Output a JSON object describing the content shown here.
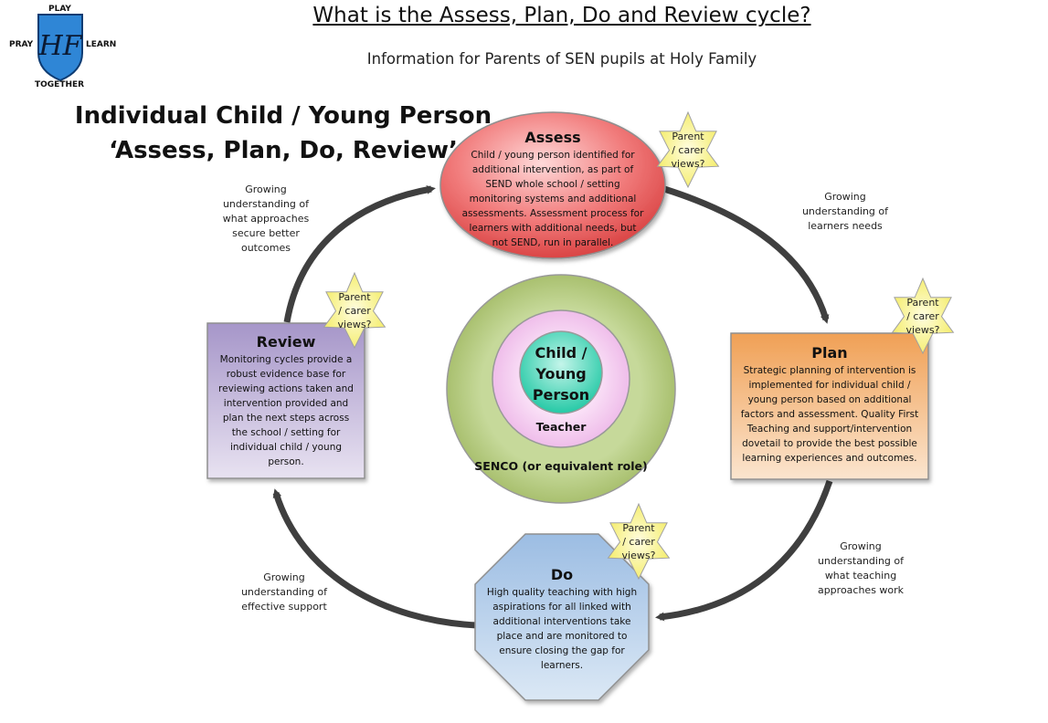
{
  "document": {
    "title": "What is the Assess, Plan, Do and Review cycle?",
    "subtitle": "Information for Parents of SEN pupils at Holy Family"
  },
  "logo": {
    "top": "PLAY",
    "left": "PRAY",
    "right": "LEARN",
    "bottom": "TOGETHER",
    "monogram": "HF"
  },
  "diagram": {
    "title_line1": "Individual Child / Young Person",
    "title_line2": "‘Assess, Plan, Do, Review’",
    "assess": {
      "title": "Assess",
      "lines": [
        "Child / young person identified for",
        "additional intervention, as part of",
        "SEND whole school / setting",
        "monitoring systems and additional",
        "assessments. Assessment process for",
        "learners with additional needs, but",
        "not SEND, run in parallel."
      ]
    },
    "plan": {
      "title": "Plan",
      "lines": [
        "Strategic planning of intervention is",
        "implemented for individual child /",
        "young person based on additional",
        "factors and assessment. Quality First",
        "Teaching and support/intervention",
        "dovetail to provide the best possible",
        "learning experiences and outcomes."
      ]
    },
    "do": {
      "title": "Do",
      "lines": [
        "High quality teaching with high",
        "aspirations for all linked with",
        "additional interventions take",
        "place and are monitored to",
        "ensure closing the gap for",
        "learners."
      ]
    },
    "review": {
      "title": "Review",
      "lines": [
        "Monitoring cycles provide a",
        "robust evidence base for",
        "reviewing actions taken and",
        "intervention provided and",
        "plan the next steps across",
        "the school / setting for",
        "individual child / young",
        "person."
      ]
    },
    "star_lines": [
      "Parent",
      "/ carer",
      "views?"
    ],
    "notes": {
      "assess_to_plan": [
        "Growing",
        "understanding of",
        "learners needs"
      ],
      "plan_to_do": [
        "Growing",
        "understanding of",
        "what teaching",
        "approaches work"
      ],
      "do_to_review": [
        "Growing",
        "understanding of",
        "effective support"
      ],
      "review_to_assess": [
        "Growing",
        "understanding of",
        "what approaches",
        "secure better",
        "outcomes"
      ]
    },
    "center": {
      "inner_lines": [
        "Child /",
        "Young",
        "Person"
      ],
      "middle": "Teacher",
      "outer": "SENCO (or equivalent role)"
    }
  },
  "colors": {
    "assess": "#e85a5a",
    "plan": "#f0a55e",
    "do": "#a9c6e6",
    "review": "#b3a3cf",
    "star": "#f6f07a",
    "senco_ring": "#bfd38e",
    "teacher_ring": "#f3c9ef",
    "child_core": "#39d3b2",
    "logo_shield": "#2f86d6",
    "arrow": "#3f3f3f"
  }
}
